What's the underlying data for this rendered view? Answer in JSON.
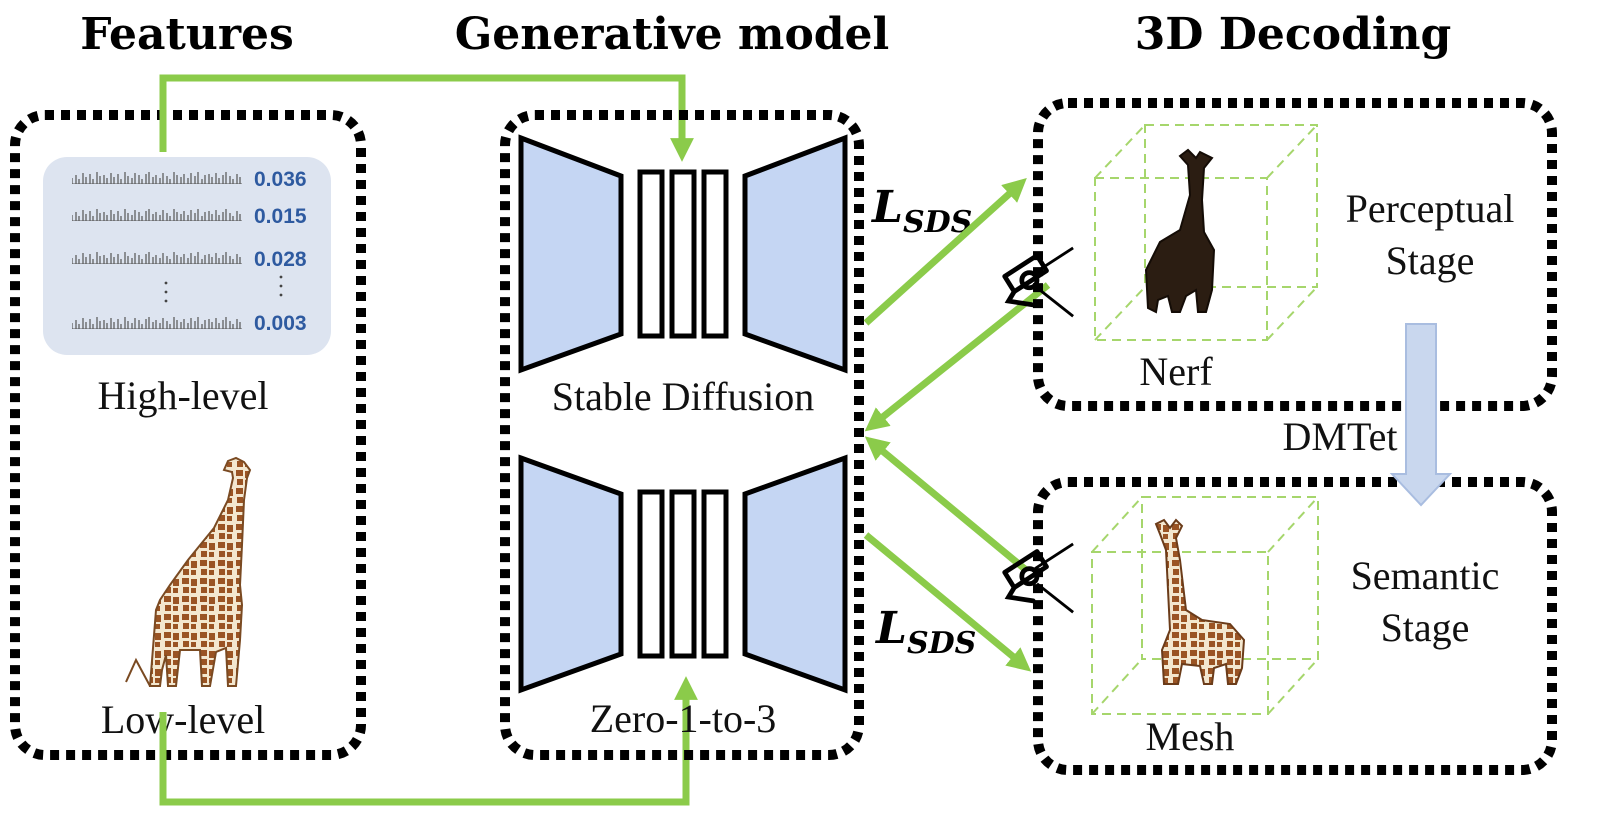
{
  "headers": {
    "features": "Features",
    "generative_model": "Generative model",
    "decoding_3d": "3D Decoding"
  },
  "features_panel": {
    "high_level_label": "High-level",
    "low_level_label": "Low-level",
    "feature_values": [
      "0.036",
      "0.015",
      "0.028",
      "0.003"
    ]
  },
  "generative_panel": {
    "stable_diffusion_label": "Stable Diffusion",
    "zero123_label": "Zero-1-to-3"
  },
  "losses": {
    "top": {
      "main": "L",
      "sub": "SDS"
    },
    "bottom": {
      "main": "L",
      "sub": "SDS"
    }
  },
  "decoding_panel": {
    "perceptual_line1": "Perceptual",
    "perceptual_line2": "Stage",
    "nerf_label": "Nerf",
    "transition_label": "DMTet",
    "semantic_line1": "Semantic",
    "semantic_line2": "Stage",
    "mesh_label": "Mesh"
  },
  "colors": {
    "arrow_green": "#8bcb4a",
    "encoder_fill": "#c5d6f3",
    "feature_bg": "#dde4f0",
    "feature_number": "#2e5aa0",
    "dmtet_arrow": "#c9d7ee",
    "bbox_dashed": "#a6d66c"
  },
  "icons": [
    "giraffe-image",
    "camera-icon",
    "dmtet-arrow"
  ]
}
